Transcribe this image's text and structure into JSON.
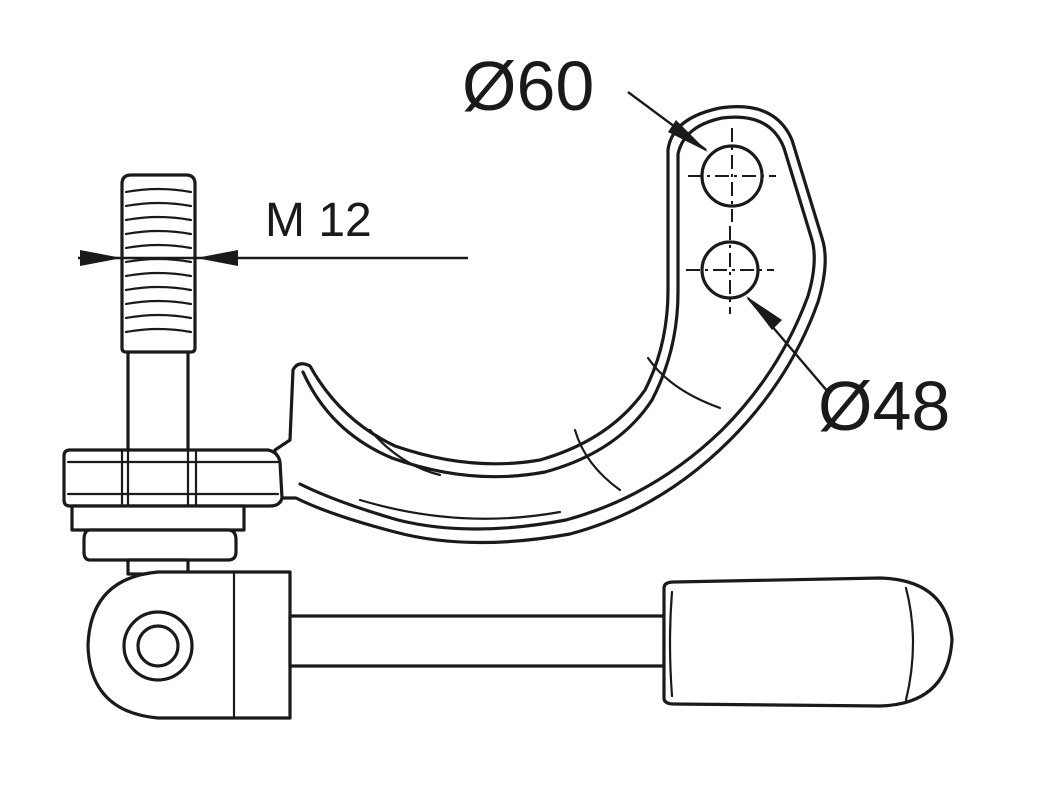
{
  "labels": {
    "thread_size": "M 12",
    "large_hole_diameter": "Ø60",
    "small_hole_diameter": "Ø48"
  },
  "colors": {
    "line": "#1a1a1a",
    "background": "#ffffff"
  }
}
